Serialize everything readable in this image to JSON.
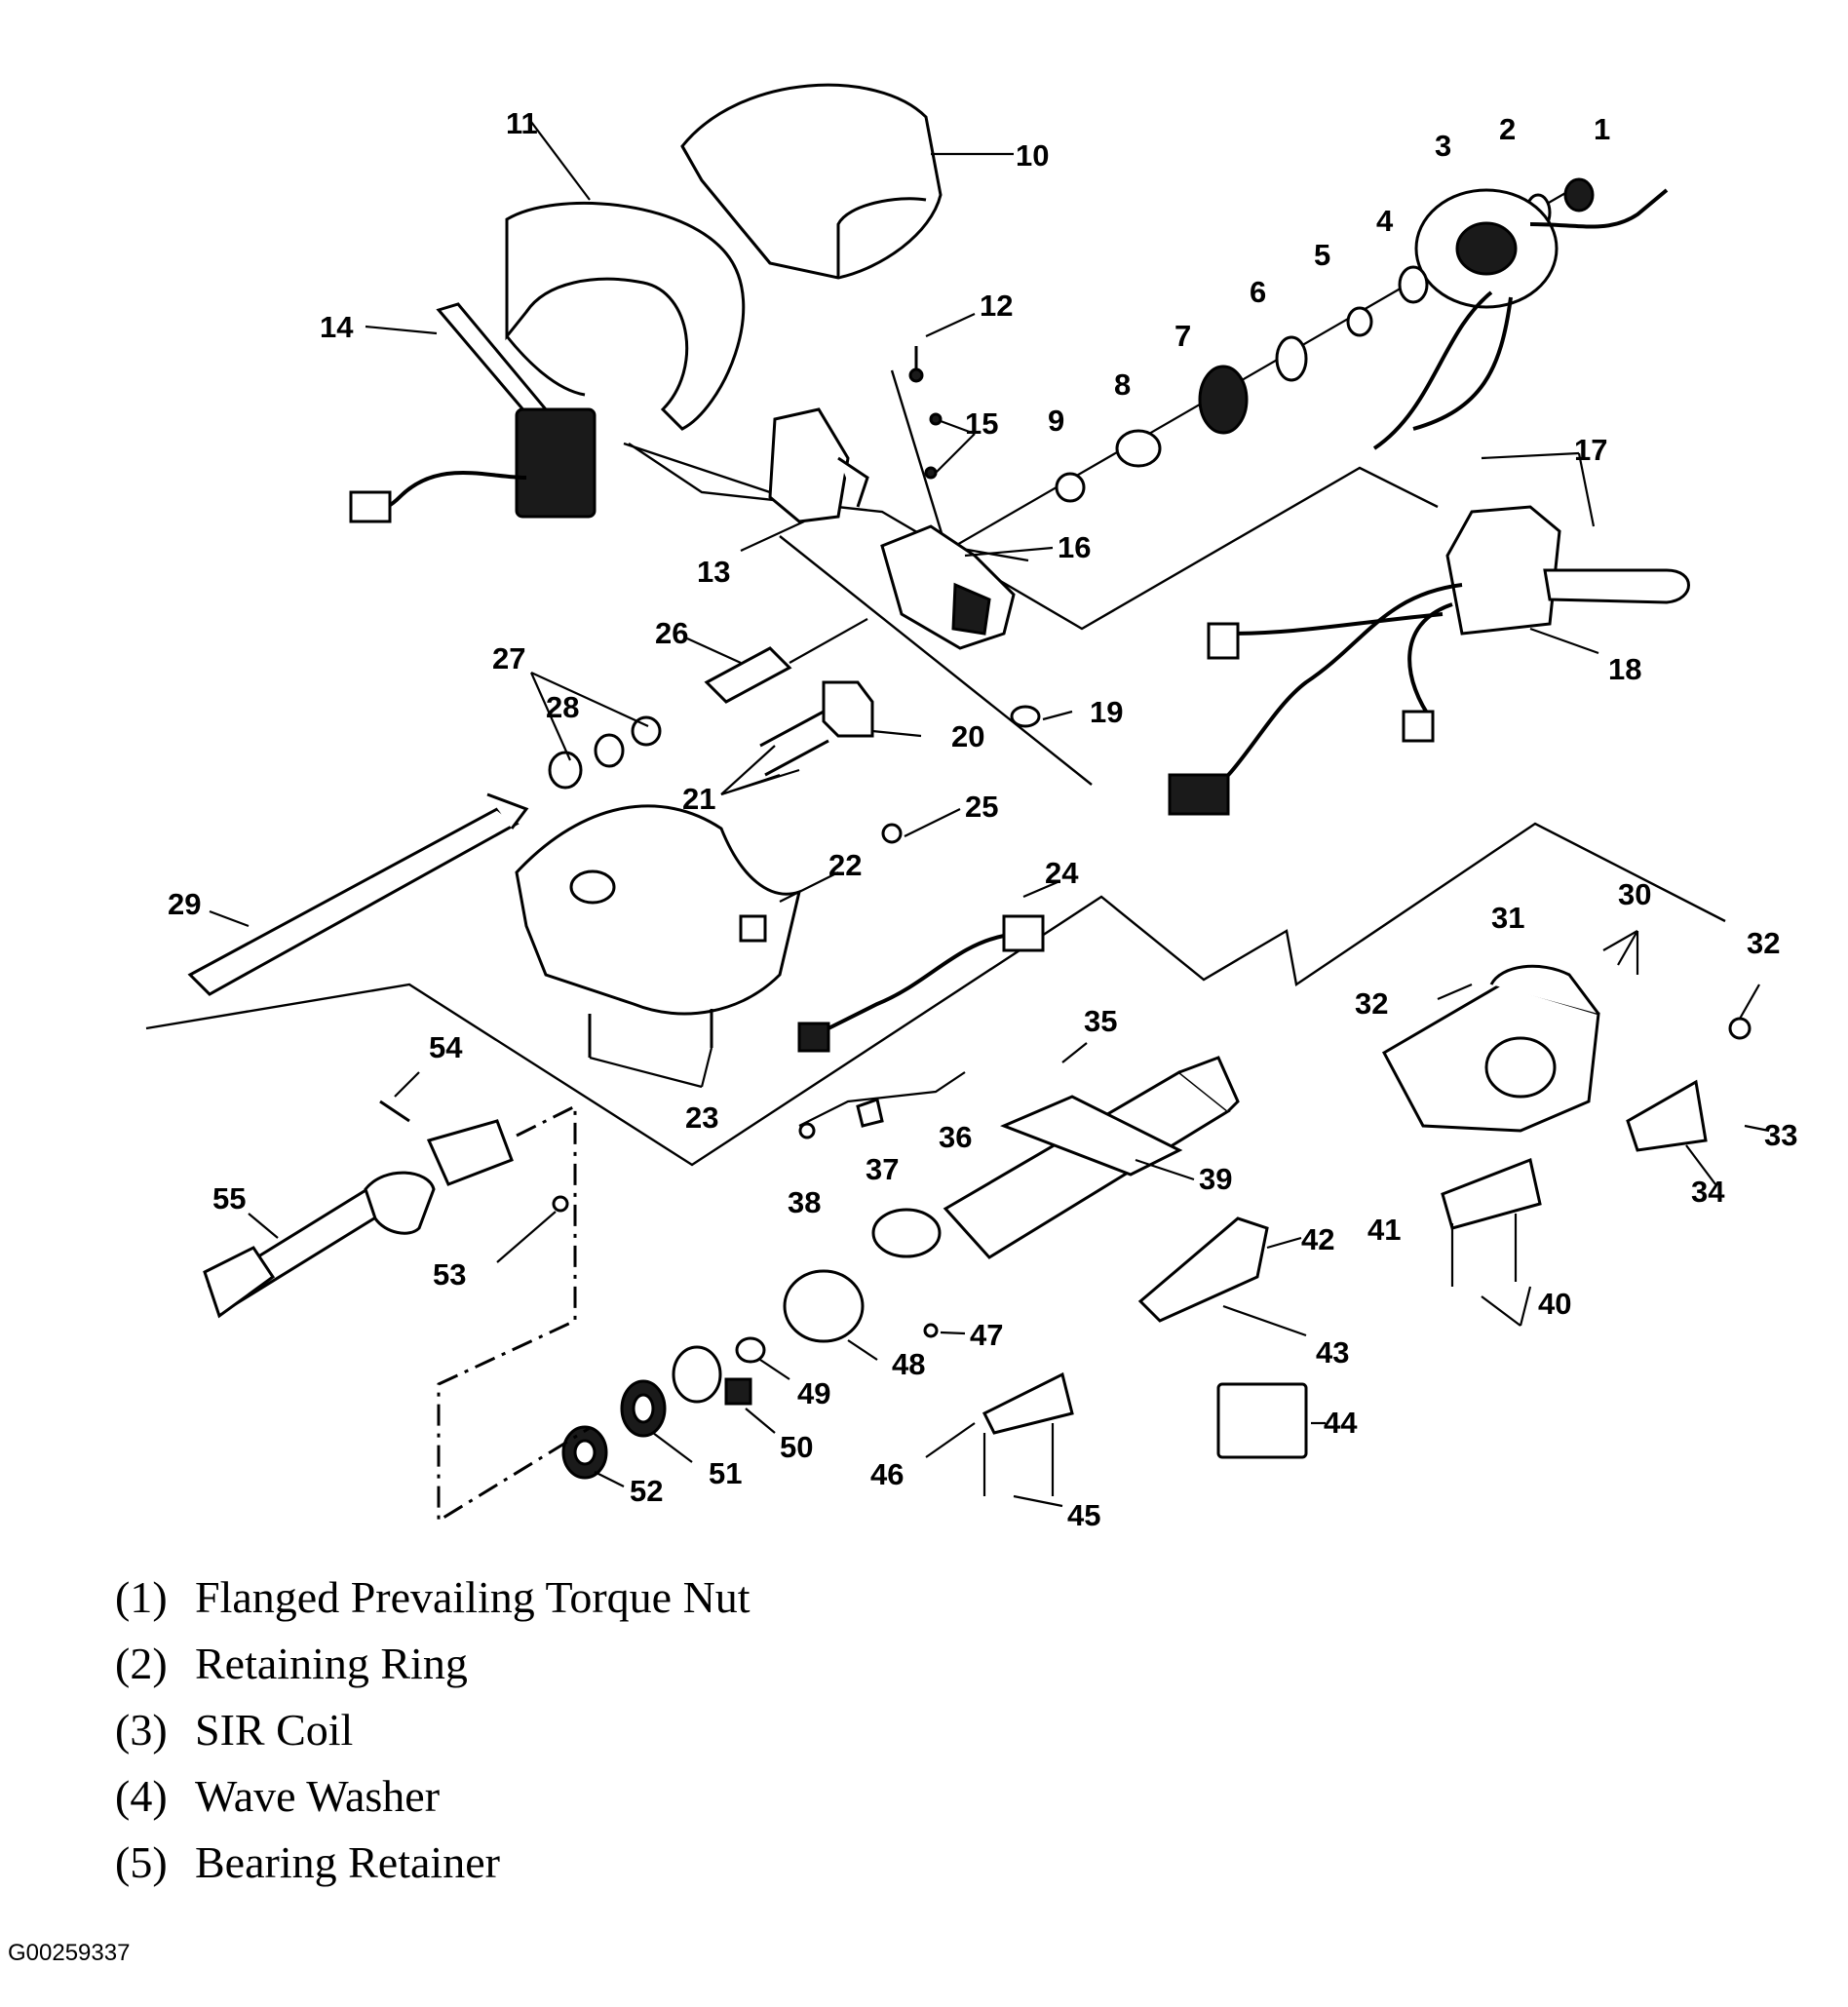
{
  "callouts": [
    "1",
    "2",
    "3",
    "4",
    "5",
    "6",
    "7",
    "8",
    "9",
    "10",
    "11",
    "12",
    "13",
    "14",
    "15",
    "16",
    "17",
    "18",
    "19",
    "20",
    "21",
    "22",
    "23",
    "24",
    "25",
    "26",
    "27",
    "28",
    "29",
    "30",
    "31",
    "32",
    "33",
    "34",
    "35",
    "36",
    "37",
    "38",
    "39",
    "40",
    "41",
    "42",
    "43",
    "44",
    "45",
    "46",
    "47",
    "48",
    "49",
    "50",
    "51",
    "52",
    "53",
    "54",
    "55"
  ],
  "legend": [
    {
      "num": "(1)",
      "label": "Flanged Prevailing Torque Nut"
    },
    {
      "num": "(2)",
      "label": "Retaining Ring"
    },
    {
      "num": "(3)",
      "label": "SIR Coil"
    },
    {
      "num": "(4)",
      "label": "Wave Washer"
    },
    {
      "num": "(5)",
      "label": "Bearing Retainer"
    }
  ],
  "figure_code": "G00259337"
}
